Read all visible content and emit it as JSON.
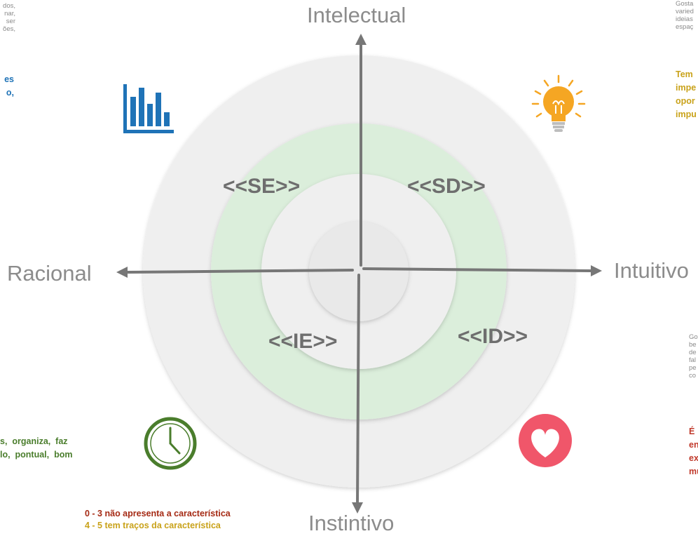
{
  "axes": {
    "top": "Intelectual",
    "bottom": "Instintivo",
    "left": "Racional",
    "right": "Intuitivo"
  },
  "quadrants": {
    "se": "<<SE>>",
    "sd": "<<SD>>",
    "ie": "<<IE>>",
    "id": "<<ID>>"
  },
  "snippets": {
    "top_left_gray": "dos,\nnar,\n ser\nões,",
    "top_left_blue": "es\no,",
    "top_right_gray": "Gosta\nvaried\nideias\nespaç",
    "top_right_gold": "Tem\nimpe\nopor\nimpu",
    "right_gray": "Go\nbe\nde\nfal\npe\nco",
    "right_red": "É\nen\nex\nmu",
    "bottom_left_green": "s,  organiza,  faz\nlo,  pontual,  bom"
  },
  "legend": {
    "line1": "0 - 3 não apresenta a característica",
    "line2": "4 - 5 tem traços da característica"
  },
  "icons": {
    "top_left": "bar-chart-icon",
    "top_right": "lightbulb-icon",
    "bottom_left": "clock-icon",
    "bottom_right": "heart-icon"
  },
  "colors": {
    "outer_ring": "#efefef",
    "green_ring": "#dbeedb",
    "inner_ring": "#efefef",
    "center": "#e9e9e9",
    "axis": "#777777",
    "blue": "#1f73b7",
    "gold": "#c9a21a",
    "green": "#4a7d2c",
    "red": "#c0392b",
    "heart": "#f0566a"
  }
}
